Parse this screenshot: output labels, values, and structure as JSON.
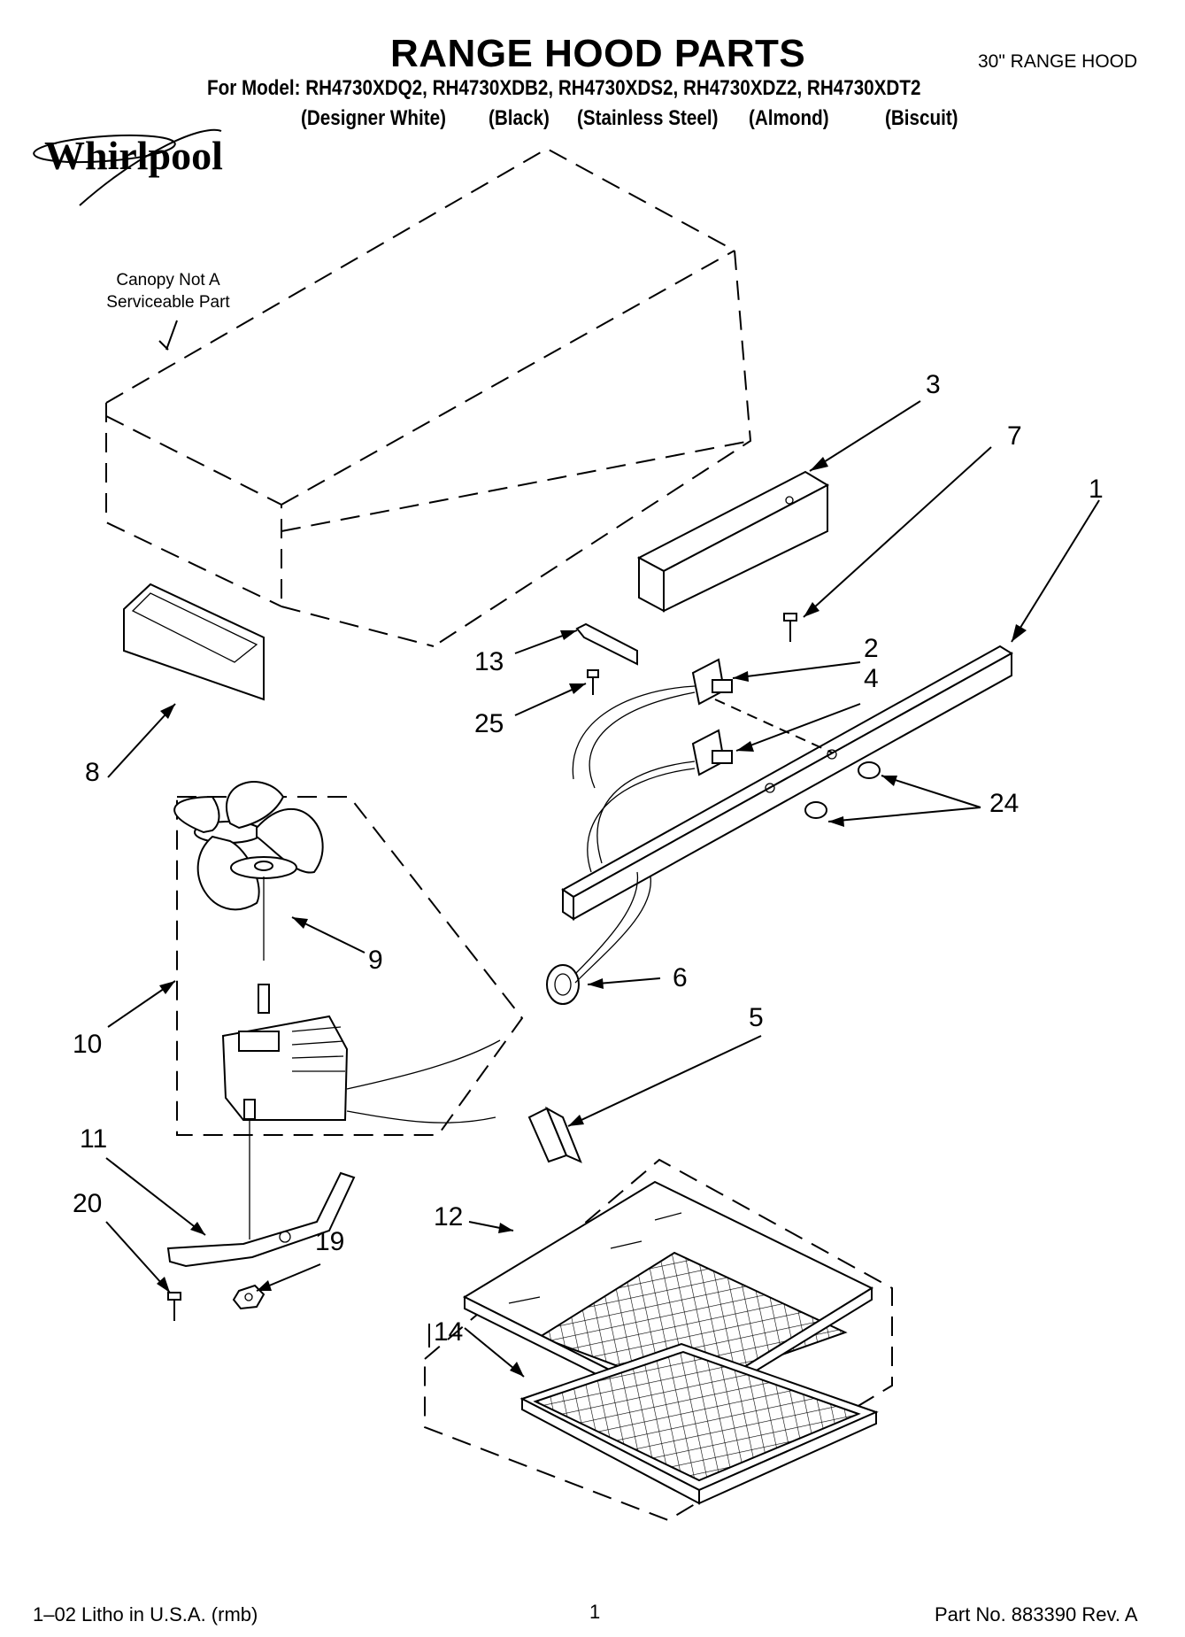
{
  "header": {
    "title": "RANGE HOOD PARTS",
    "subtitle": "30\" RANGE HOOD",
    "models": "For Model: RH4730XDQ2, RH4730XDB2, RH4730XDS2, RH4730XDZ2, RH4730XDT2",
    "colors": [
      "(Designer White)",
      "(Black)",
      "(Stainless Steel)",
      "(Almond)",
      "(Biscuit)"
    ],
    "brand": "Whirlpool"
  },
  "diagram": {
    "note": "Canopy Not A Serviceable Part",
    "callouts": [
      "3",
      "7",
      "1",
      "2",
      "4",
      "13",
      "25",
      "24",
      "8",
      "9",
      "6",
      "10",
      "5",
      "11",
      "20",
      "19",
      "12",
      "14"
    ]
  },
  "footer": {
    "left": "1–02 Litho in U.S.A. (rmb)",
    "page": "1",
    "right": "Part No. 883390 Rev. A"
  }
}
